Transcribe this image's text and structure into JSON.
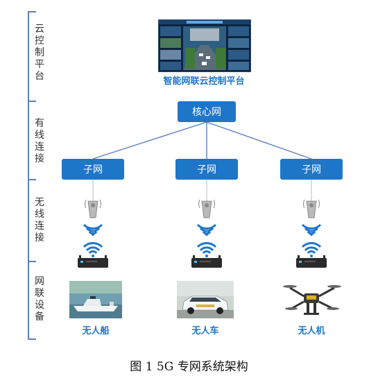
{
  "layers": [
    {
      "label": "云控制平台"
    },
    {
      "label": "有线连接"
    },
    {
      "label": "无线连接"
    },
    {
      "label": "网联设备"
    }
  ],
  "platform": {
    "label": "智能网联云控制平台"
  },
  "core": {
    "label": "核心网"
  },
  "subnets": [
    {
      "label": "子网"
    },
    {
      "label": "子网"
    },
    {
      "label": "子网"
    }
  ],
  "devices": [
    {
      "label": "无人船"
    },
    {
      "label": "无人车"
    },
    {
      "label": "无人机"
    }
  ],
  "caption": "图 1 5G 专网系统架构",
  "colors": {
    "accent": "#1e76c9",
    "bracket": "#5b7fbf",
    "screen_bg": "#0c2440"
  }
}
